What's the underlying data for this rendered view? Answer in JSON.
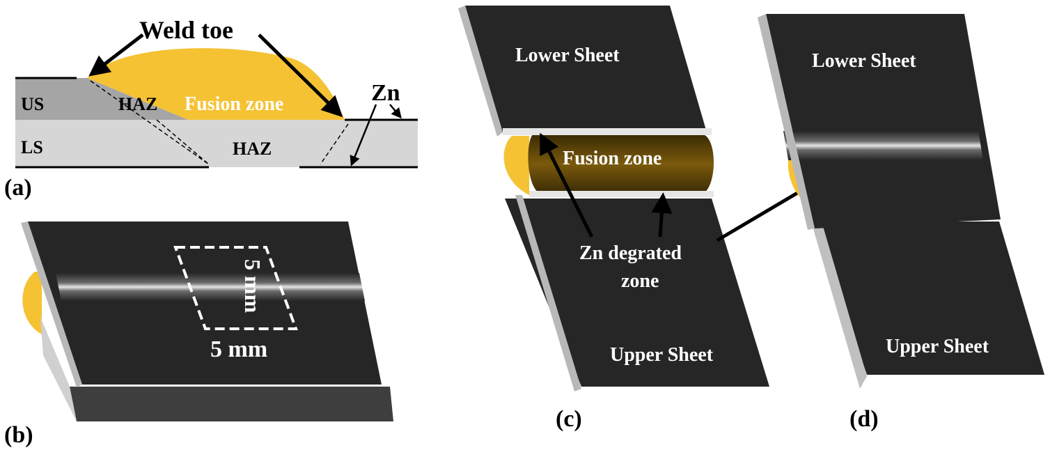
{
  "panels": {
    "a": {
      "caption": "(a)",
      "weld_toe": "Weld toe",
      "us": "US",
      "ls": "LS",
      "haz_upper": "HAZ",
      "haz_lower": "HAZ",
      "fusion_zone": "Fusion zone",
      "zn": "Zn"
    },
    "b": {
      "caption": "(b)",
      "dim_vertical": "5 mm",
      "dim_horizontal": "5 mm"
    },
    "c": {
      "caption": "(c)",
      "lower_sheet": "Lower Sheet",
      "upper_sheet": "Upper Sheet",
      "fusion_zone": "Fusion zone",
      "zn_degraded_line1": "Zn degrated",
      "zn_degraded_line2": "zone"
    },
    "d": {
      "caption": "(d)",
      "lower_sheet": "Lower Sheet",
      "upper_sheet": "Upper Sheet"
    }
  },
  "colors": {
    "weld": "#f5c234",
    "sheet_dark": "#262626",
    "sheet_edge": "#c0c0c0",
    "upper_sheet_section": "#a5a5a5",
    "lower_sheet_section": "#d6d6d6",
    "fusion_zone_brown": "#6b4e08"
  }
}
